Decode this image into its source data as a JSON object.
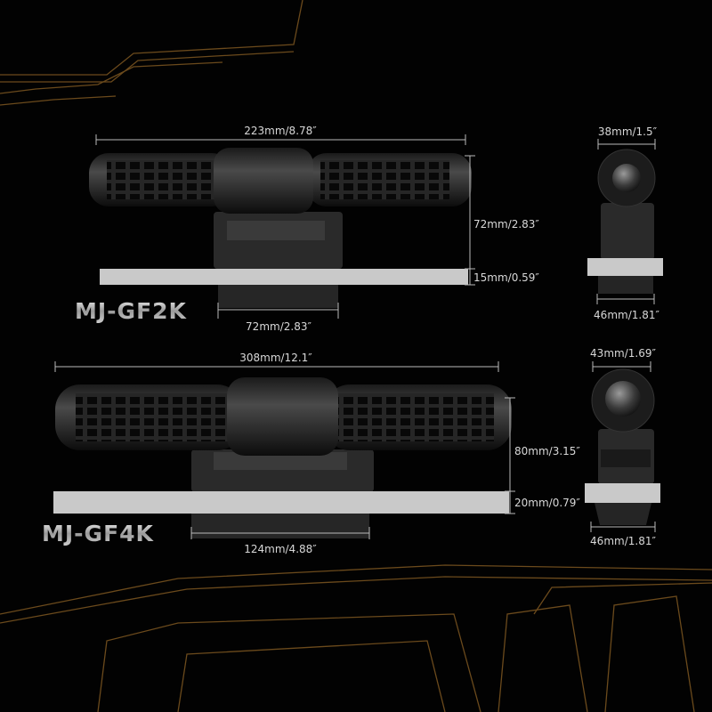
{
  "colors": {
    "background": "#020202",
    "accent_outline": "#7a5420",
    "glass": "#c9c9c9",
    "dimension_text": "#d8d8d8"
  },
  "products": [
    {
      "model": "MJ-GF2K",
      "length": "223mm/8.78″",
      "height": "72mm/2.83″",
      "glass_thickness": "15mm/0.59″",
      "mount_width": "72mm/2.83″",
      "side_diameter": "38mm/1.5″",
      "side_base_width": "46mm/1.81″"
    },
    {
      "model": "MJ-GF4K",
      "length": "308mm/12.1″",
      "height": "80mm/3.15″",
      "glass_thickness": "20mm/0.79″",
      "mount_width": "124mm/4.88″",
      "side_diameter": "43mm/1.69″",
      "side_base_width": "46mm/1.81″"
    }
  ]
}
